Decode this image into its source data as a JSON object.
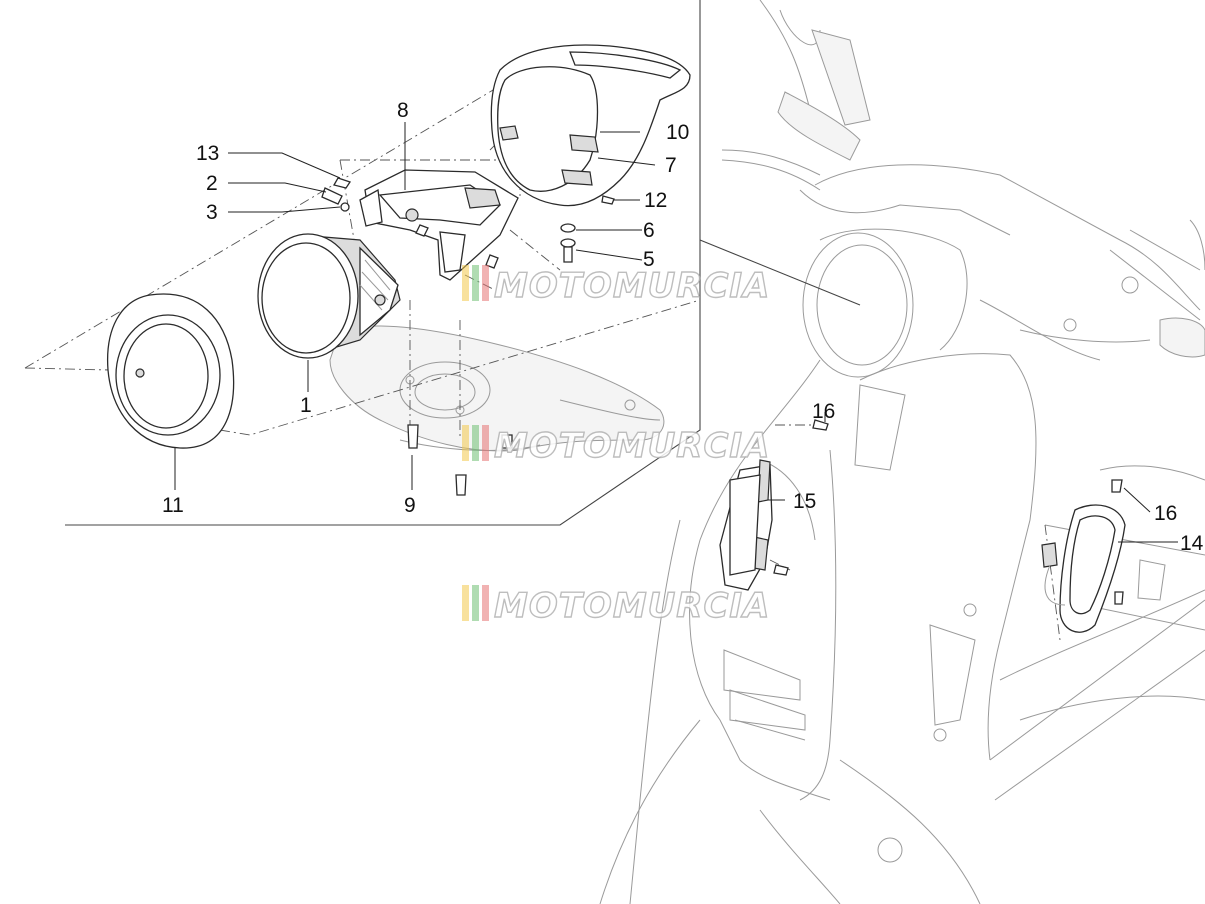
{
  "diagram": {
    "callouts": [
      "1",
      "2",
      "3",
      "5",
      "6",
      "7",
      "8",
      "9",
      "10",
      "11",
      "12",
      "13",
      "14",
      "15",
      "16",
      "16"
    ],
    "watermark": "MOTOMURCIA"
  },
  "colors": {
    "line": "#2b2b2b",
    "ghost_line": "#9a9a9a",
    "watermark_stripes": [
      "#f2c94c",
      "#6fbf73",
      "#e57373"
    ]
  }
}
